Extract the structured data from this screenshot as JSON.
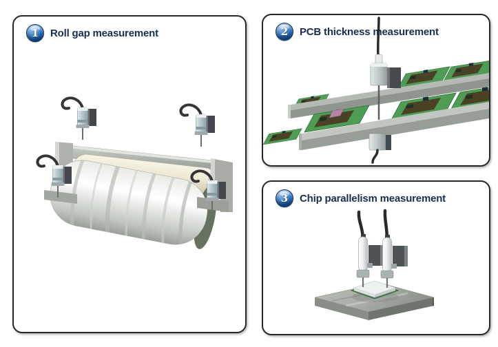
{
  "page": {
    "background": "#ffffff"
  },
  "colors": {
    "panel_border": "#262626",
    "title_text": "#1b2c52",
    "badge_blue": "#1d5fae",
    "badge_blue_dark": "#0a3c80",
    "pcb_green": "#4f9d55",
    "metal_gray": "#b6bab4",
    "cable_dark": "#2b2b2b",
    "roller_cream": "#ece8d2"
  },
  "panels": [
    {
      "badge": "1",
      "title": "Roll gap measurement"
    },
    {
      "badge": "2",
      "title": "PCB thickness measurement"
    },
    {
      "badge": "3",
      "title": "Chip parallelism measurement"
    }
  ]
}
